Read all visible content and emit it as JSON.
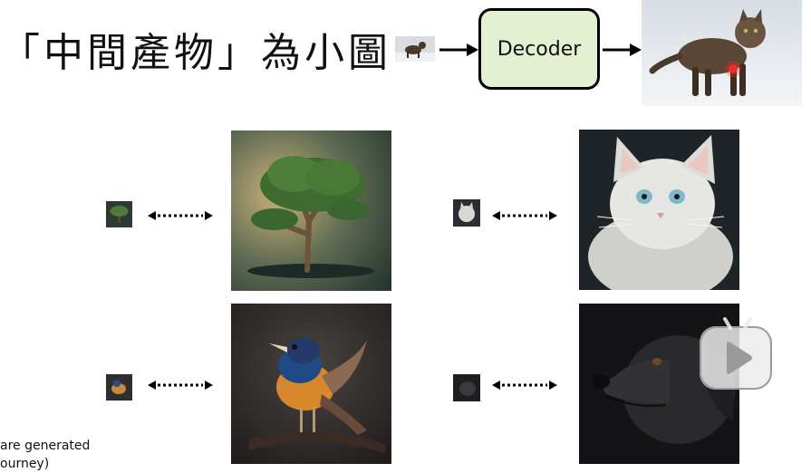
{
  "header": {
    "title": "「中間產物」為小圖",
    "decoder_label": "Decoder"
  },
  "footnote": {
    "line1": "are generated",
    "line2": "ourney)"
  },
  "icons": {
    "arrow": "arrow-right-icon",
    "double_arrow": "dotted-double-arrow-icon",
    "player": "play-button-icon"
  },
  "colors": {
    "decoder_fill": "#e3f0d2",
    "decoder_border": "#000000"
  }
}
